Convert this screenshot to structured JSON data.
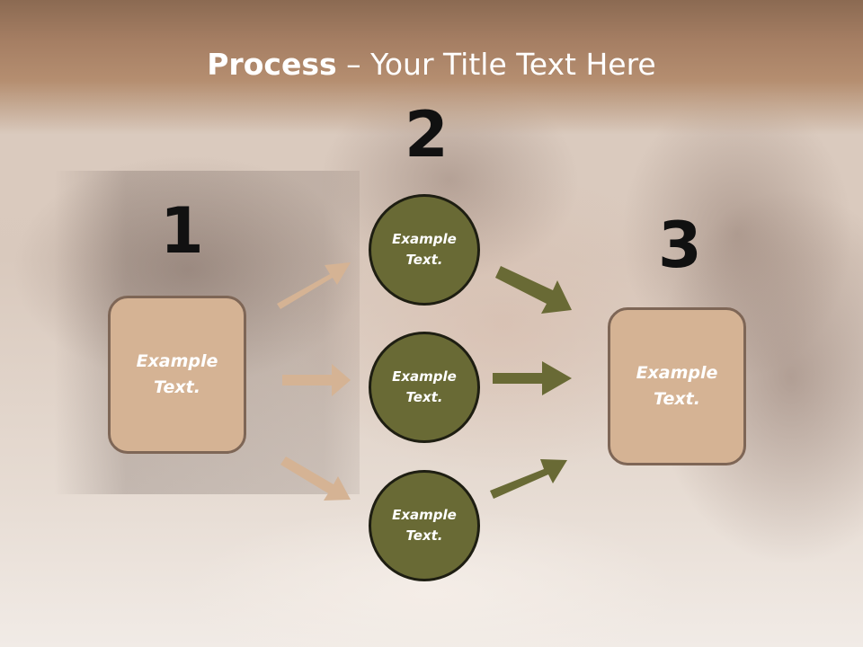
{
  "title": {
    "bold": "Process",
    "rest": " – Your Title Text Here"
  },
  "steps": [
    {
      "number": "1"
    },
    {
      "number": "2"
    },
    {
      "number": "3"
    }
  ],
  "left_box": {
    "label": "Example Text."
  },
  "circles": [
    {
      "label": "Example Text."
    },
    {
      "label": "Example Text."
    },
    {
      "label": "Example Text."
    }
  ],
  "right_box": {
    "label": "Example Text."
  },
  "colors": {
    "box_fill": "#d5b394",
    "box_border": "#7e6656",
    "circle_fill": "#696a35",
    "circle_border": "#1e1e12",
    "arrow_tan": "#d5b394",
    "arrow_olive": "#696a35",
    "title_band": "#a57e63"
  }
}
